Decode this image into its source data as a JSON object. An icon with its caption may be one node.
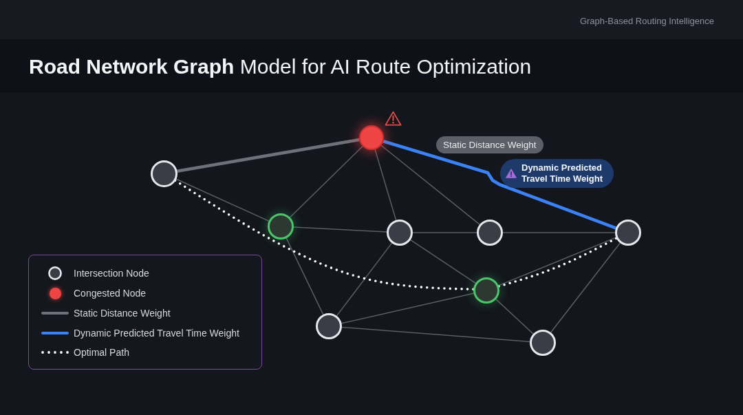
{
  "diagram": {
    "title": "**Road Network Graph** Model for AI Route Optimization",
    "nodes": [
      {
        "text": [],
        "shape": "circle"
      },
      {
        "text": [],
        "shape": "circle"
      },
      {
        "text": [],
        "shape": "circle"
      },
      {
        "text": [],
        "shape": "circle"
      },
      {
        "text": [],
        "shape": "circle"
      },
      {
        "text": [],
        "shape": "circle"
      },
      {
        "text": [],
        "shape": "circle"
      },
      {
        "text": [],
        "shape": "circle"
      },
      {
        "text": [],
        "shape": "circle"
      },
      {
        "text": [
          "Static Distance Weight"
        ]
      },
      {
        "text": [
          "Dynamic Predicted Travel Time Weight"
        ]
      }
    ],
    "edges": [
      {
        "from": 0,
        "to": 1,
        "arrow": "none",
        "style": "thick",
        "color": "#6e7179"
      },
      {
        "from": 1,
        "to": 5,
        "arrow": "none",
        "style": "thick",
        "color": "#3b82f6"
      },
      {
        "from": 0,
        "to": 2,
        "arrow": "none"
      },
      {
        "from": 1,
        "to": 2,
        "arrow": "none"
      },
      {
        "from": 1,
        "to": 3,
        "arrow": "none"
      },
      {
        "from": 1,
        "to": 4,
        "arrow": "none"
      },
      {
        "from": 2,
        "to": 3,
        "arrow": "none"
      },
      {
        "from": 3,
        "to": 4,
        "arrow": "none"
      },
      {
        "from": 4,
        "to": 5,
        "arrow": "none"
      },
      {
        "from": 2,
        "to": 7,
        "arrow": "none"
      },
      {
        "from": 3,
        "to": 7,
        "arrow": "none"
      },
      {
        "from": 3,
        "to": 6,
        "arrow": "none"
      },
      {
        "from": 6,
        "to": 5,
        "arrow": "none"
      },
      {
        "from": 7,
        "to": 6,
        "arrow": "none"
      },
      {
        "from": 7,
        "to": 8,
        "arrow": "none"
      },
      {
        "from": 6,
        "to": 8,
        "arrow": "none"
      },
      {
        "from": 8,
        "to": 5,
        "arrow": "none"
      },
      {
        "from": 0,
        "to": 6,
        "arrow": "none",
        "style": "dashed",
        "color": "#ffffff"
      },
      {
        "from": 6,
        "to": 5,
        "arrow": "none",
        "style": "dashed",
        "color": "#ffffff"
      }
    ],
    "labels": [
      "Graph-Based Routing Intelligence"
    ],
    "legend": [
      {
        "text": "Intersection Node"
      },
      {
        "text": "Congested Node"
      },
      {
        "text": "Static Distance Weight"
      },
      {
        "text": "Dynamic Predicted Travel Time Weight"
      },
      {
        "text": "Optimal Path"
      }
    ]
  }
}
